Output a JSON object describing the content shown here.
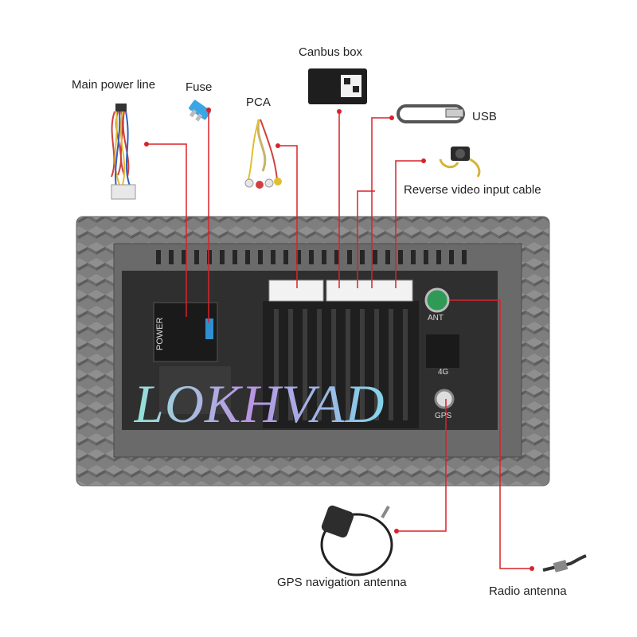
{
  "labels": {
    "main_power_line": "Main power line",
    "fuse": "Fuse",
    "pca": "PCA",
    "canbus_box": "Canbus box",
    "usb": "USB",
    "reverse_video": "Reverse video input cable",
    "gps_antenna": "GPS navigation antenna",
    "radio_antenna": "Radio antenna"
  },
  "unit_text": {
    "power": "POWER",
    "ant": "ANT",
    "four_g": "4G",
    "gps": "GPS"
  },
  "watermark": "LOKHVAD",
  "colors": {
    "leader_line": "#d8232a",
    "unit_body": "#8b8b8b",
    "panel": "#2f2f2f",
    "accent_green": "#2e9a55"
  }
}
